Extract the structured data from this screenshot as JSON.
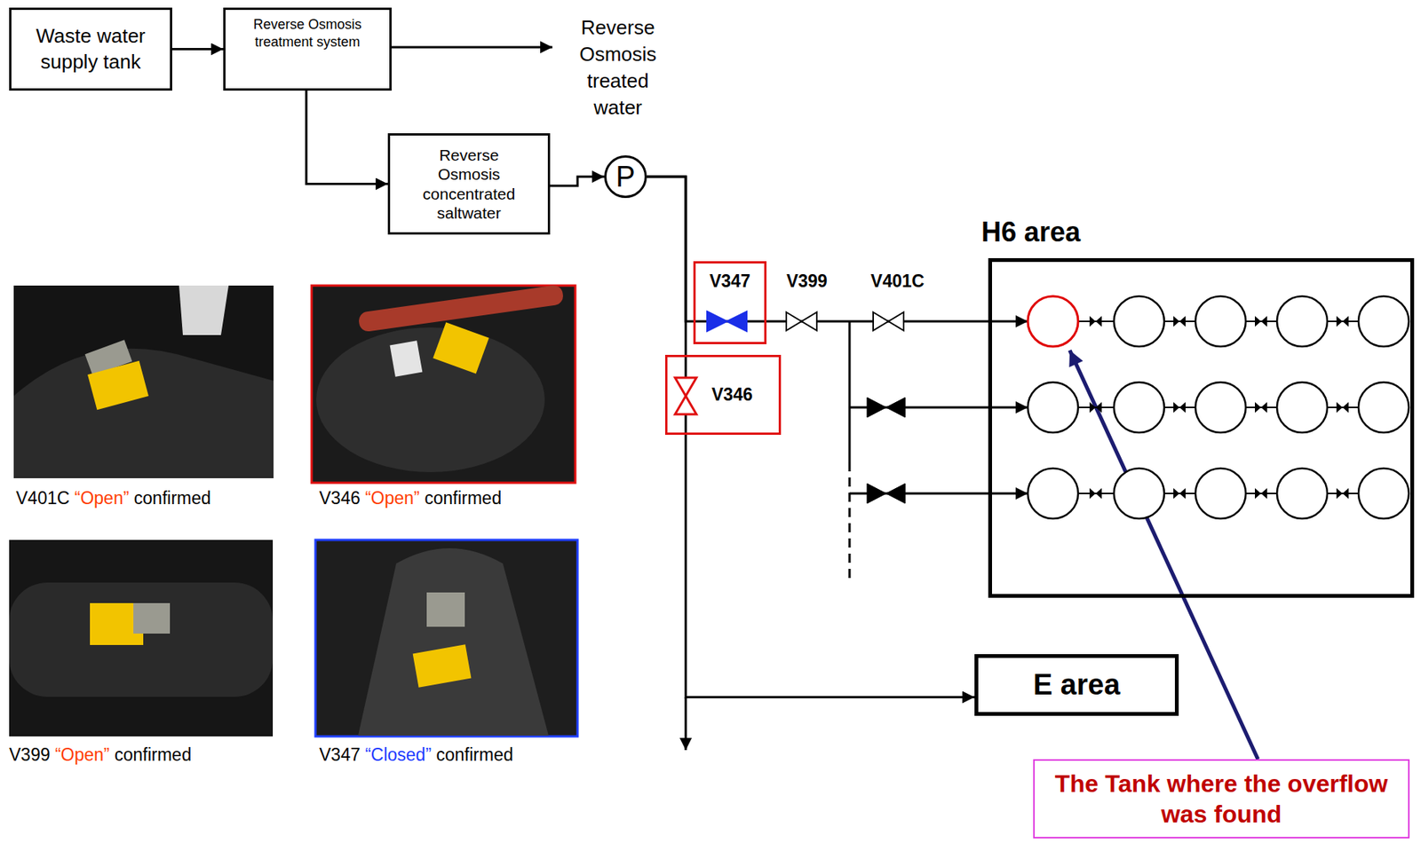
{
  "diagram": {
    "nodes": [
      {
        "text": [
          "Waste water supply tank"
        ]
      },
      {
        "text": [
          "Reverse Osmosis treatment system"
        ]
      },
      {
        "text": [
          "Reverse Osmosis concentrated saltwater"
        ]
      },
      {
        "text": [
          "P"
        ]
      },
      {
        "text": [
          "V347"
        ]
      },
      {
        "text": [
          "V346"
        ]
      },
      {
        "text": [
          "H6 area"
        ]
      },
      {
        "text": [
          "E area"
        ]
      },
      {
        "text": [
          "The Tank where the overflow was found"
        ]
      }
    ],
    "edges": [
      {
        "from": 0,
        "to": 1,
        "arrow": "to"
      },
      {
        "from": 1,
        "to": 2,
        "arrow": "to"
      },
      {
        "from": 2,
        "to": 3,
        "arrow": "to"
      },
      {
        "from": 3,
        "to": 6,
        "arrow": "to"
      },
      {
        "from": 3,
        "to": 7,
        "arrow": "to"
      },
      {
        "from": 8,
        "to": 6,
        "arrow": "to"
      }
    ],
    "labels": [
      "Reverse Osmosis treated water",
      "V399",
      "V401C",
      "V401C",
      "“Open”",
      "confirmed",
      "V346",
      "“Open”",
      "confirmed",
      "V399",
      "“Open”",
      "confirmed",
      "V347",
      "“Closed”",
      "confirmed"
    ]
  }
}
